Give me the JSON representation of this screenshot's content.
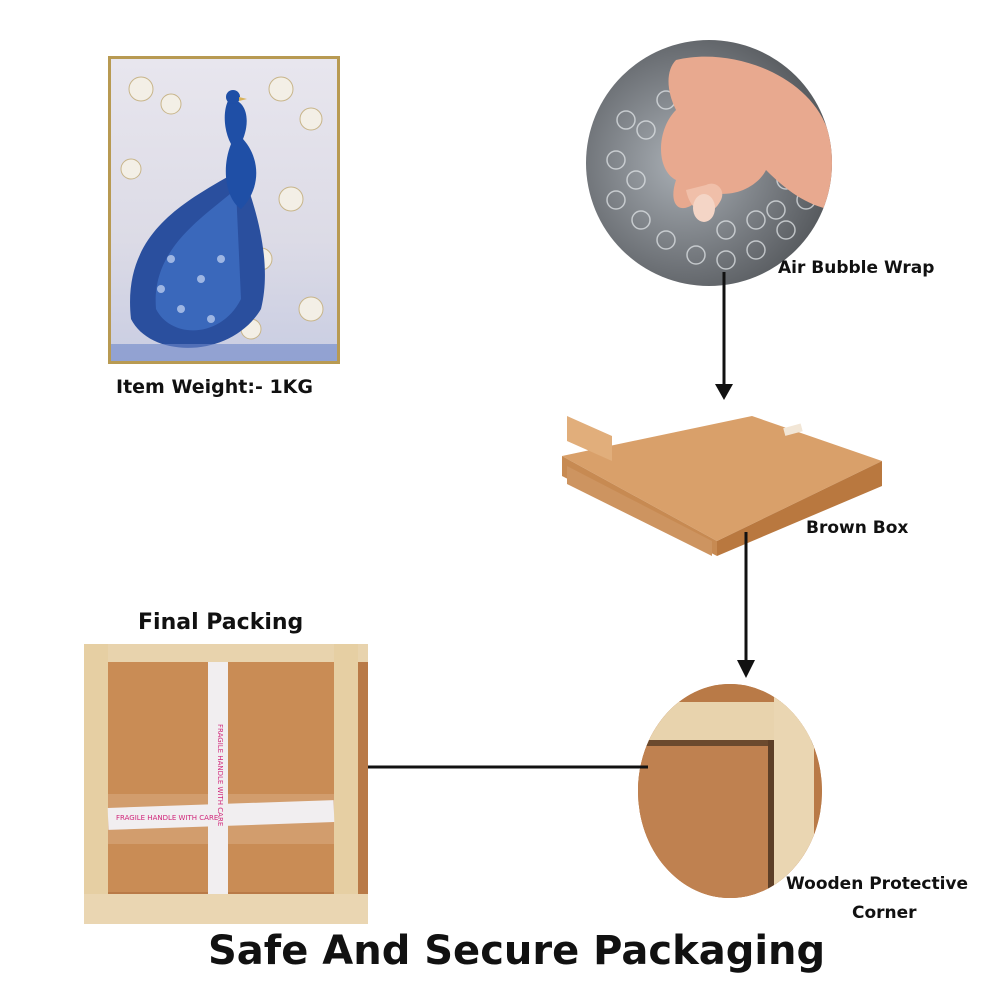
{
  "item_weight": "Item Weight:- 1KG",
  "air_bubble_wrap": "Air Bubble Wrap",
  "brown_box": "Brown Box",
  "final_packing": "Final Packing",
  "wooden_corner_line1": "Wooden Protective",
  "wooden_corner_line2": "Corner",
  "footer_title": "Safe And Secure Packaging",
  "tape_text": "FRAGILE HANDLE WITH CARE",
  "colors": {
    "cardboard": "#d9a06a",
    "wood": "#e6cfa3",
    "tape_pink": "#d0267a",
    "peacock_blue": "#2a4f9e"
  }
}
